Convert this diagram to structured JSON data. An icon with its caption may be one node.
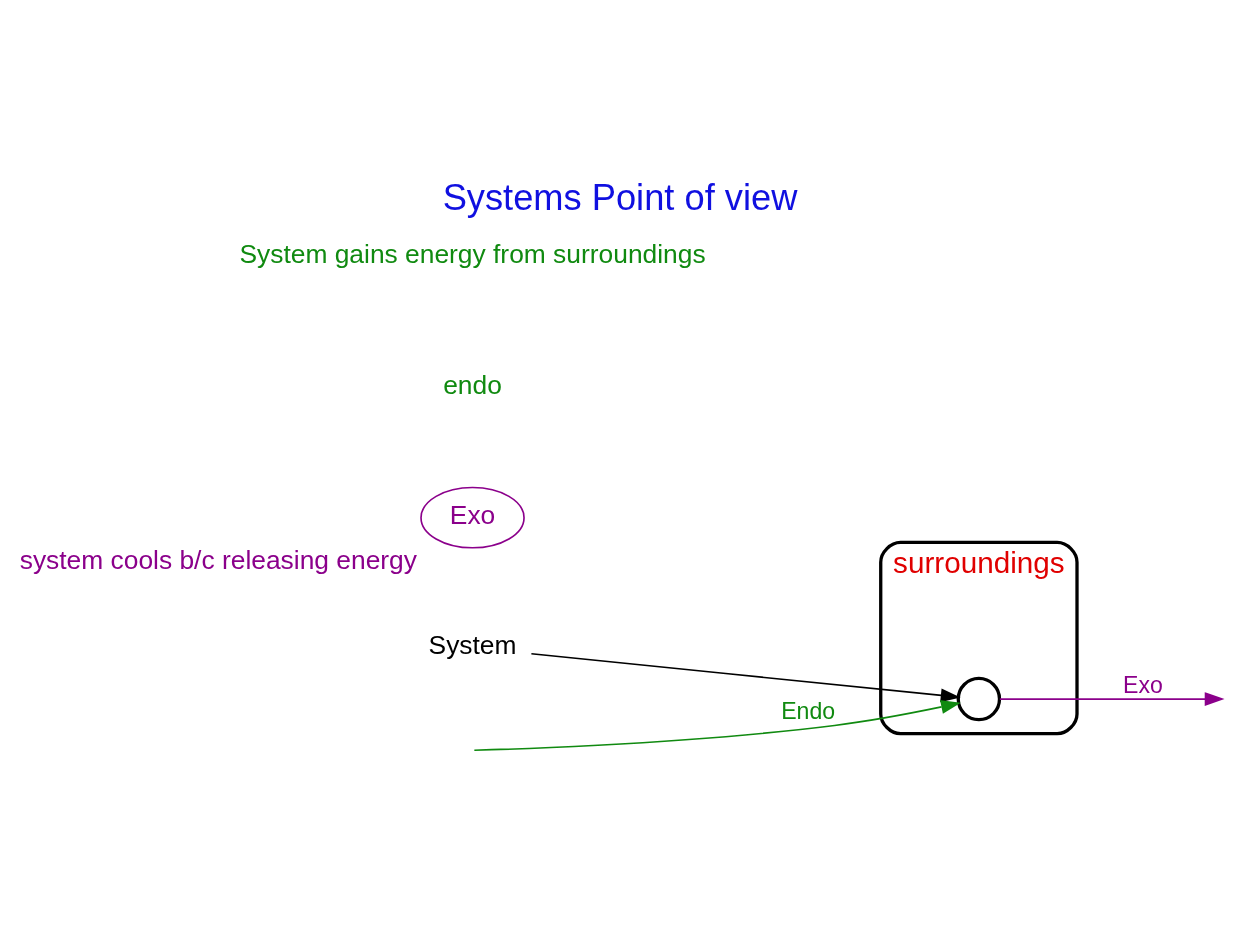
{
  "diagram": {
    "title": "Systems Point of view",
    "nodes": [
      {
        "text": [
          "surroundings"
        ]
      },
      {
        "text": [],
        "shape": "circle",
        "in": 0
      },
      {
        "text": [
          "System"
        ]
      },
      {
        "text": [
          "Exo"
        ],
        "beside": [
          "system cools b/c releasing energy"
        ]
      }
    ],
    "edges": [
      {
        "from": null,
        "to": 1,
        "arrow": "to",
        "label": "Endo",
        "color": "#108a10"
      },
      {
        "from": 1,
        "to": null,
        "arrow": "to",
        "label": "Exo",
        "color": "#8b008b"
      },
      {
        "from": 2,
        "to": 1,
        "arrow": "to",
        "color": "#000000"
      }
    ],
    "labels": [
      "endo",
      "System gains energy from surroundings"
    ]
  }
}
